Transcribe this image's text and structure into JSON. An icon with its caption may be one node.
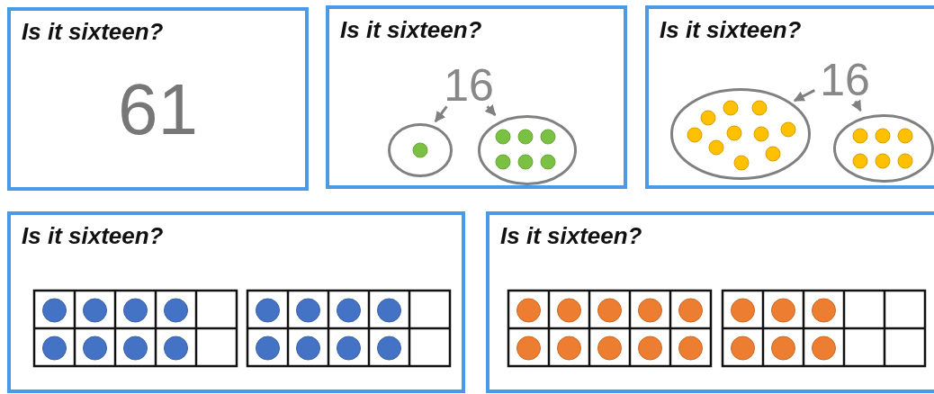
{
  "diagram": {
    "nodes": [
      {
        "text": [
          "Is it sixteen?",
          "61"
        ]
      },
      {
        "text": [
          "Is it sixteen?"
        ]
      },
      {
        "text": [
          "16"
        ],
        "in": 1
      },
      {
        "text": [],
        "shape": "circle",
        "in": 1
      },
      {
        "text": [],
        "shape": "circle",
        "in": 1
      },
      {
        "text": [
          "Is it sixteen?"
        ]
      },
      {
        "text": [
          "16"
        ],
        "in": 5
      },
      {
        "text": [],
        "shape": "circle",
        "in": 5
      },
      {
        "text": [],
        "shape": "circle",
        "in": 5
      },
      {
        "text": [
          "Is it sixteen?"
        ]
      },
      {
        "text": [
          "Is it sixteen?"
        ]
      }
    ],
    "edges": [
      {
        "from": 2,
        "to": 3,
        "arrow": "to"
      },
      {
        "from": 2,
        "to": 4,
        "arrow": "to"
      },
      {
        "from": 6,
        "to": 7,
        "arrow": "to"
      },
      {
        "from": 6,
        "to": 8,
        "arrow": "to"
      }
    ]
  }
}
